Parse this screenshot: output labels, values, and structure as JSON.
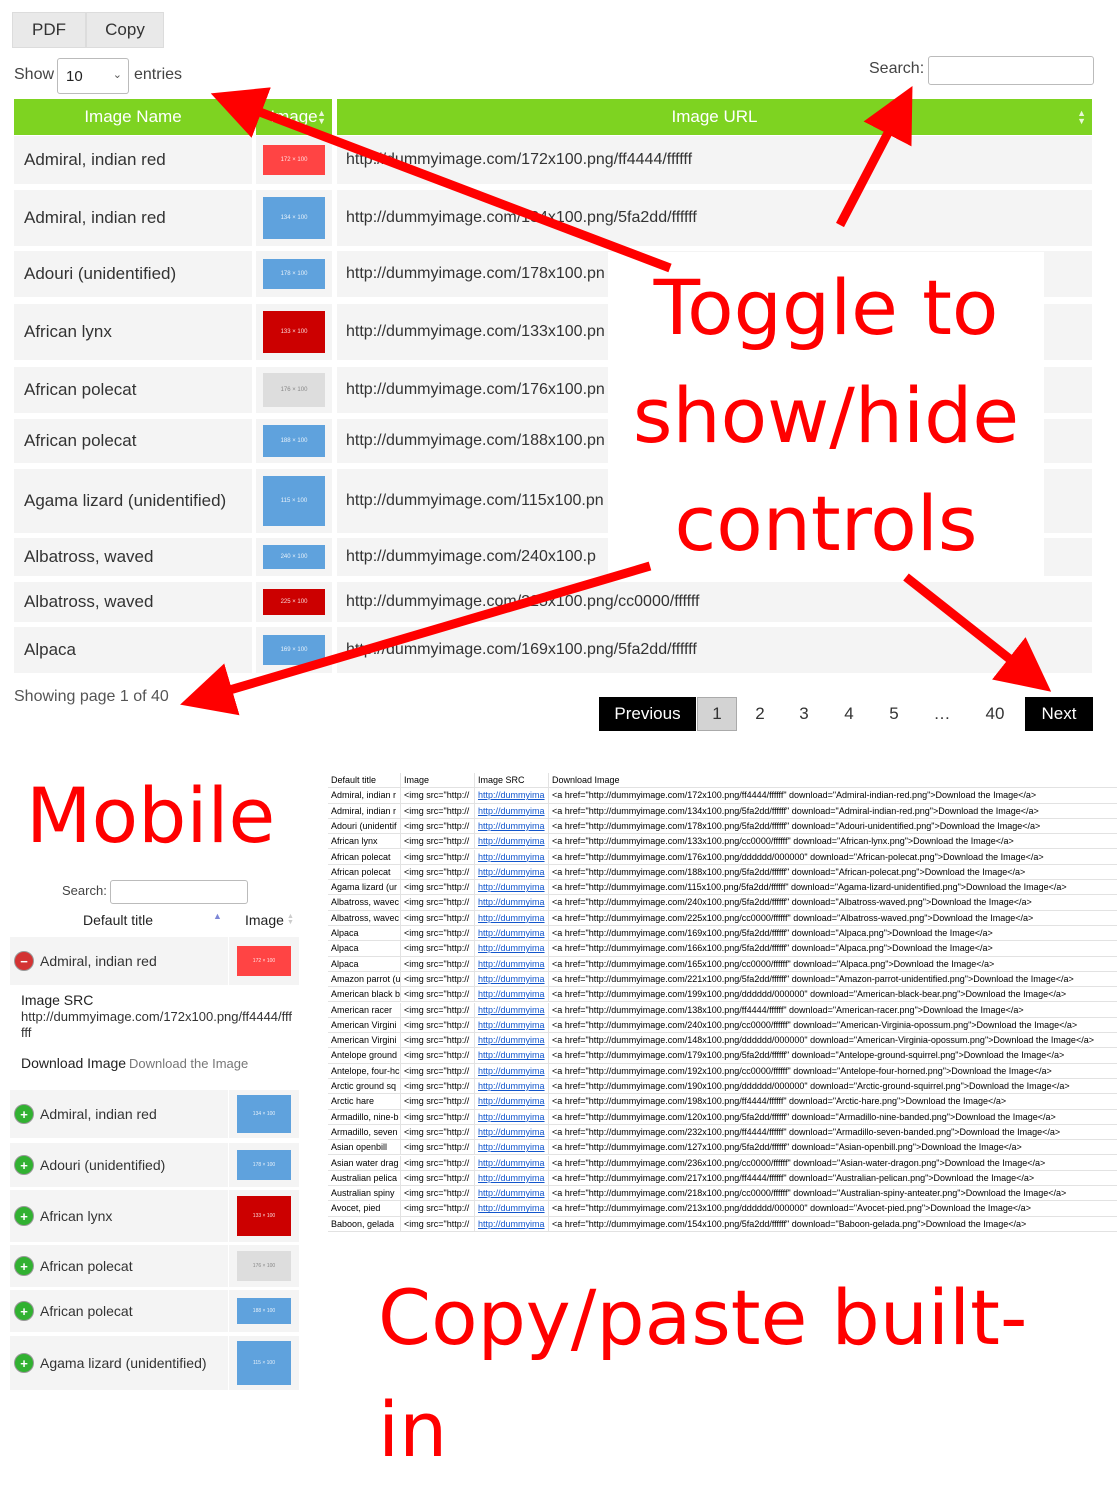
{
  "toolbar": {
    "pdf_label": "PDF",
    "copy_label": "Copy"
  },
  "length": {
    "show_label": "Show",
    "value": "10",
    "entries_label": "entries"
  },
  "search": {
    "label": "Search:"
  },
  "table": {
    "headers": {
      "name": "Image Name",
      "image": "Image",
      "url": "Image URL"
    },
    "rows": [
      {
        "name": "Admiral, indian red",
        "thumb": "172 × 100",
        "color": "#ff4444",
        "url": "http://dummyimage.com/172x100.png/ff4444/ffffff"
      },
      {
        "name": "Admiral, indian red",
        "thumb": "134 × 100",
        "color": "#5fa2dd",
        "url": "http://dummyimage.com/134x100.png/5fa2dd/ffffff"
      },
      {
        "name": "Adouri (unidentified)",
        "thumb": "178 × 100",
        "color": "#5fa2dd",
        "url": "http://dummyimage.com/178x100.pn"
      },
      {
        "name": "African lynx",
        "thumb": "133 × 100",
        "color": "#cc0000",
        "url": "http://dummyimage.com/133x100.pn"
      },
      {
        "name": "African polecat",
        "thumb": "176 × 100",
        "color": "#dddddd",
        "url": "http://dummyimage.com/176x100.pn"
      },
      {
        "name": "African polecat",
        "thumb": "188 × 100",
        "color": "#5fa2dd",
        "url": "http://dummyimage.com/188x100.pn"
      },
      {
        "name": "Agama lizard (unidentified)",
        "thumb": "115 × 100",
        "color": "#5fa2dd",
        "url": "http://dummyimage.com/115x100.pn"
      },
      {
        "name": "Albatross, waved",
        "thumb": "240 × 100",
        "color": "#5fa2dd",
        "url": "http://dummyimage.com/240x100.p"
      },
      {
        "name": "Albatross, waved",
        "thumb": "225 × 100",
        "color": "#cc0000",
        "url": "http://dummyimage.com/225x100.png/cc0000/ffffff"
      },
      {
        "name": "Alpaca",
        "thumb": "169 × 100",
        "color": "#5fa2dd",
        "url": "http://dummyimage.com/169x100.png/5fa2dd/ffffff"
      }
    ]
  },
  "info": "Showing page 1 of 40",
  "pagination": {
    "previous": "Previous",
    "pages": [
      "1",
      "2",
      "3",
      "4",
      "5",
      "…",
      "40"
    ],
    "next": "Next",
    "current": "1"
  },
  "callouts": {
    "toggle_line1": "Toggle to",
    "toggle_line2": "show/hide",
    "toggle_line3": "controls",
    "mobile": "Mobile",
    "copy": "Copy/paste built-in"
  },
  "mobile": {
    "search_label": "Search:",
    "headers": {
      "title": "Default title",
      "image": "Image"
    },
    "expanded": {
      "name": "Admiral, indian red",
      "thumb": "172 × 100",
      "color": "#ff4444",
      "src_label": "Image SRC",
      "src_value": "http://dummyimage.com/172x100.png/ff4444/ffffff",
      "dl_label": "Download Image",
      "dl_value": "Download the Image"
    },
    "rows": [
      {
        "name": "Admiral, indian red",
        "thumb": "134 × 100",
        "color": "#5fa2dd"
      },
      {
        "name": "Adouri (unidentified)",
        "thumb": "178 × 100",
        "color": "#5fa2dd"
      },
      {
        "name": "African lynx",
        "thumb": "133 × 100",
        "color": "#cc0000"
      },
      {
        "name": "African polecat",
        "thumb": "176 × 100",
        "color": "#dddddd"
      },
      {
        "name": "African polecat",
        "thumb": "188 × 100",
        "color": "#5fa2dd"
      },
      {
        "name": "Agama lizard (unidentified)",
        "thumb": "115 × 100",
        "color": "#5fa2dd"
      }
    ]
  },
  "spreadsheet": {
    "headers": [
      "Default title",
      "Image",
      "Image SRC",
      "Download Image"
    ],
    "rows": [
      [
        "Admiral, indian r",
        "<img src=\"http://",
        "http://dummyima",
        "<a href=\"http://dummyimage.com/172x100.png/ff4444/ffffff\" download=\"Admiral-indian-red.png\">Download the Image</a>"
      ],
      [
        "Admiral, indian r",
        "<img src=\"http://",
        "http://dummyima",
        "<a href=\"http://dummyimage.com/134x100.png/5fa2dd/ffffff\" download=\"Admiral-indian-red.png\">Download the Image</a>"
      ],
      [
        "Adouri (unidentif",
        "<img src=\"http://",
        "http://dummyima",
        "<a href=\"http://dummyimage.com/178x100.png/5fa2dd/ffffff\" download=\"Adouri-unidentified.png\">Download the Image</a>"
      ],
      [
        "African lynx",
        "<img src=\"http://",
        "http://dummyima",
        "<a href=\"http://dummyimage.com/133x100.png/cc0000/ffffff\" download=\"African-lynx.png\">Download the Image</a>"
      ],
      [
        "African polecat",
        "<img src=\"http://",
        "http://dummyima",
        "<a href=\"http://dummyimage.com/176x100.png/dddddd/000000\" download=\"African-polecat.png\">Download the Image</a>"
      ],
      [
        "African polecat",
        "<img src=\"http://",
        "http://dummyima",
        "<a href=\"http://dummyimage.com/188x100.png/5fa2dd/ffffff\" download=\"African-polecat.png\">Download the Image</a>"
      ],
      [
        "Agama lizard (ur",
        "<img src=\"http://",
        "http://dummyima",
        "<a href=\"http://dummyimage.com/115x100.png/5fa2dd/ffffff\" download=\"Agama-lizard-unidentified.png\">Download the Image</a>"
      ],
      [
        "Albatross, wavec",
        "<img src=\"http://",
        "http://dummyima",
        "<a href=\"http://dummyimage.com/240x100.png/5fa2dd/ffffff\" download=\"Albatross-waved.png\">Download the Image</a>"
      ],
      [
        "Albatross, wavec",
        "<img src=\"http://",
        "http://dummyima",
        "<a href=\"http://dummyimage.com/225x100.png/cc0000/ffffff\" download=\"Albatross-waved.png\">Download the Image</a>"
      ],
      [
        "Alpaca",
        "<img src=\"http://",
        "http://dummyima",
        "<a href=\"http://dummyimage.com/169x100.png/5fa2dd/ffffff\" download=\"Alpaca.png\">Download the Image</a>"
      ],
      [
        "Alpaca",
        "<img src=\"http://",
        "http://dummyima",
        "<a href=\"http://dummyimage.com/166x100.png/5fa2dd/ffffff\" download=\"Alpaca.png\">Download the Image</a>"
      ],
      [
        "Alpaca",
        "<img src=\"http://",
        "http://dummyima",
        "<a href=\"http://dummyimage.com/165x100.png/cc0000/ffffff\" download=\"Alpaca.png\">Download the Image</a>"
      ],
      [
        "Amazon parrot (u",
        "<img src=\"http://",
        "http://dummyima",
        "<a href=\"http://dummyimage.com/221x100.png/5fa2dd/ffffff\" download=\"Amazon-parrot-unidentified.png\">Download the Image</a>"
      ],
      [
        "American black b",
        "<img src=\"http://",
        "http://dummyima",
        "<a href=\"http://dummyimage.com/199x100.png/dddddd/000000\" download=\"American-black-bear.png\">Download the Image</a>"
      ],
      [
        "American racer",
        "<img src=\"http://",
        "http://dummyima",
        "<a href=\"http://dummyimage.com/138x100.png/ff4444/ffffff\" download=\"American-racer.png\">Download the Image</a>"
      ],
      [
        "American Virgini",
        "<img src=\"http://",
        "http://dummyima",
        "<a href=\"http://dummyimage.com/240x100.png/cc0000/ffffff\" download=\"American-Virginia-opossum.png\">Download the Image</a>"
      ],
      [
        "American Virgini",
        "<img src=\"http://",
        "http://dummyima",
        "<a href=\"http://dummyimage.com/148x100.png/dddddd/000000\" download=\"American-Virginia-opossum.png\">Download the Image</a>"
      ],
      [
        "Antelope ground",
        "<img src=\"http://",
        "http://dummyima",
        "<a href=\"http://dummyimage.com/179x100.png/5fa2dd/ffffff\" download=\"Antelope-ground-squirrel.png\">Download the Image</a>"
      ],
      [
        "Antelope, four-hc",
        "<img src=\"http://",
        "http://dummyima",
        "<a href=\"http://dummyimage.com/192x100.png/cc0000/ffffff\" download=\"Antelope-four-horned.png\">Download the Image</a>"
      ],
      [
        "Arctic ground sq",
        "<img src=\"http://",
        "http://dummyima",
        "<a href=\"http://dummyimage.com/190x100.png/dddddd/000000\" download=\"Arctic-ground-squirrel.png\">Download the Image</a>"
      ],
      [
        "Arctic hare",
        "<img src=\"http://",
        "http://dummyima",
        "<a href=\"http://dummyimage.com/198x100.png/ff4444/ffffff\" download=\"Arctic-hare.png\">Download the Image</a>"
      ],
      [
        "Armadillo, nine-b",
        "<img src=\"http://",
        "http://dummyima",
        "<a href=\"http://dummyimage.com/120x100.png/5fa2dd/ffffff\" download=\"Armadillo-nine-banded.png\">Download the Image</a>"
      ],
      [
        "Armadillo, seven",
        "<img src=\"http://",
        "http://dummyima",
        "<a href=\"http://dummyimage.com/232x100.png/ff4444/ffffff\" download=\"Armadillo-seven-banded.png\">Download the Image</a>"
      ],
      [
        "Asian openbill",
        "<img src=\"http://",
        "http://dummyima",
        "<a href=\"http://dummyimage.com/127x100.png/5fa2dd/ffffff\" download=\"Asian-openbill.png\">Download the Image</a>"
      ],
      [
        "Asian water drag",
        "<img src=\"http://",
        "http://dummyima",
        "<a href=\"http://dummyimage.com/236x100.png/cc0000/ffffff\" download=\"Asian-water-dragon.png\">Download the Image</a>"
      ],
      [
        "Australian pelica",
        "<img src=\"http://",
        "http://dummyima",
        "<a href=\"http://dummyimage.com/217x100.png/ff4444/ffffff\" download=\"Australian-pelican.png\">Download the Image</a>"
      ],
      [
        "Australian spiny",
        "<img src=\"http://",
        "http://dummyima",
        "<a href=\"http://dummyimage.com/218x100.png/cc0000/ffffff\" download=\"Australian-spiny-anteater.png\">Download the Image</a>"
      ],
      [
        "Avocet, pied",
        "<img src=\"http://",
        "http://dummyima",
        "<a href=\"http://dummyimage.com/213x100.png/dddddd/000000\" download=\"Avocet-pied.png\">Download the Image</a>"
      ],
      [
        "Baboon, gelada",
        "<img src=\"http://",
        "http://dummyima",
        "<a href=\"http://dummyimage.com/154x100.png/5fa2dd/ffffff\" download=\"Baboon-gelada.png\">Download the Image</a>"
      ]
    ]
  }
}
